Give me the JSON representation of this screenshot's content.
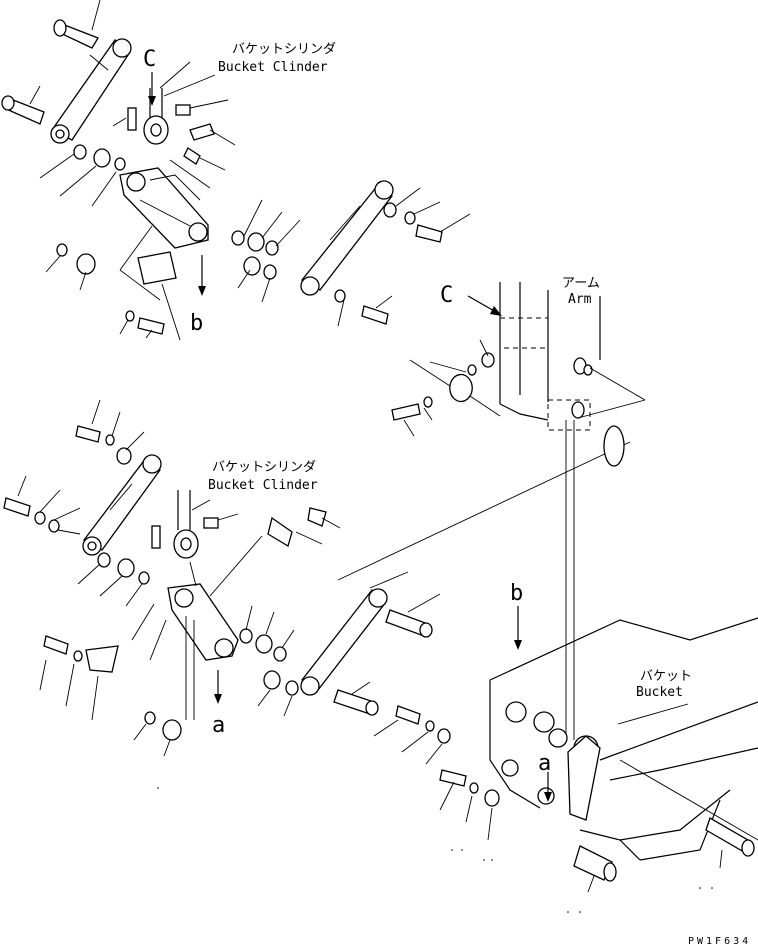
{
  "labels": {
    "bucket_cylinder_jp_top": "バケットシリンダ",
    "bucket_cylinder_en_top": "Bucket Clinder",
    "bucket_cylinder_jp_mid": "バケットシリンダ",
    "bucket_cylinder_en_mid": "Bucket Clinder",
    "arm_jp": "アーム",
    "arm_en": "Arm",
    "bucket_jp": "バケット",
    "bucket_en": "Bucket",
    "ref_c_top": "C",
    "ref_c_arm": "C",
    "ref_b_top": "b",
    "ref_b_bucket": "b",
    "ref_a_mid": "a",
    "ref_a_bucket": "a",
    "drawing_code": "PW1F634"
  }
}
